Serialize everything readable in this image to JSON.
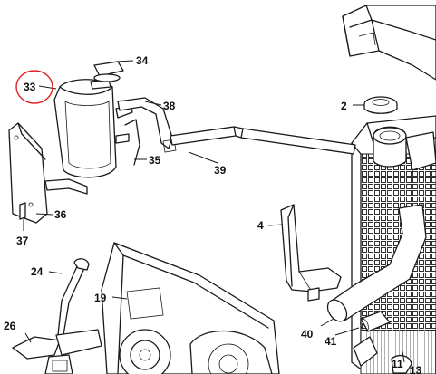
{
  "callouts": {
    "c2": "2",
    "c4": "4",
    "c11": "11",
    "c13": "13",
    "c19": "19",
    "c24": "24",
    "c26": "26",
    "c33": "33",
    "c34": "34",
    "c35": "35",
    "c36": "36",
    "c37": "37",
    "c38": "38",
    "c39": "39",
    "c40": "40",
    "c41": "41"
  },
  "highlight_color": "#e02020",
  "line_color": "#1a1a1a"
}
